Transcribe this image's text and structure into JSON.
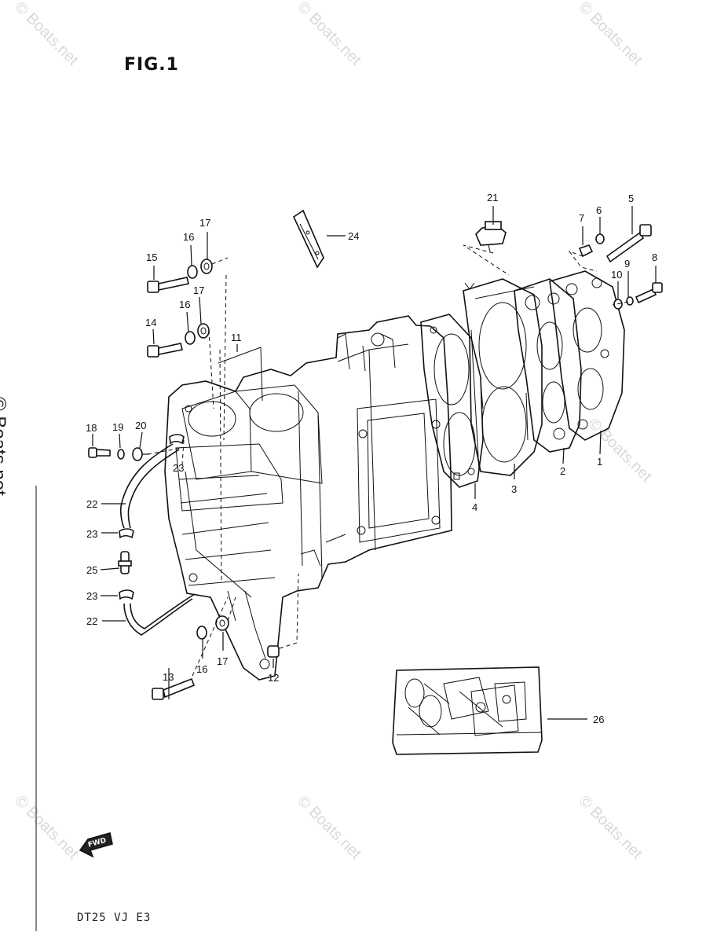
{
  "figure": {
    "title": "FIG.1",
    "model_code": "DT25 VJ E3",
    "fwd_label": "FWD"
  },
  "watermarks": {
    "side_text": "© Boats.net",
    "tile_text": "© Boats.net"
  },
  "callouts": {
    "c1": "1",
    "c2": "2",
    "c3": "3",
    "c4": "4",
    "c5": "5",
    "c6": "6",
    "c7": "7",
    "c8": "8",
    "c9": "9",
    "c10": "10",
    "c11": "11",
    "c12": "12",
    "c13": "13",
    "c14": "14",
    "c15": "15",
    "c16a": "16",
    "c16b": "16",
    "c16c": "16",
    "c17a": "17",
    "c17b": "17",
    "c17c": "17",
    "c18": "18",
    "c19": "19",
    "c20": "20",
    "c21": "21",
    "c22a": "22",
    "c22b": "22",
    "c23a": "23",
    "c23b": "23",
    "c23c": "23",
    "c24": "24",
    "c25": "25",
    "c26": "26"
  }
}
